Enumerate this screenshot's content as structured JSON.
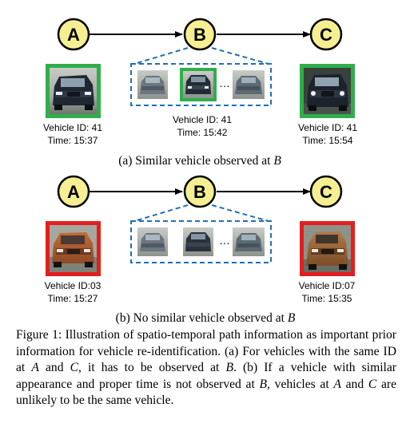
{
  "colors": {
    "node_fill": "#f6ef92",
    "node_stroke": "#000000",
    "match_border": "#2fae4a",
    "mismatch_border": "#e41e1e",
    "dashed_box": "#1f6fb5"
  },
  "panel_a": {
    "nodes": [
      "A",
      "B",
      "C"
    ],
    "left": {
      "id": "Vehicle ID: 41",
      "time": "Time: 15:37",
      "border": "match"
    },
    "middle": {
      "id": "Vehicle ID: 41",
      "time": "Time: 15:42",
      "ellipsis": "…"
    },
    "right": {
      "id": "Vehicle ID: 41",
      "time": "Time: 15:54",
      "border": "match"
    },
    "subcaption_text": "(a) Similar vehicle observed at ",
    "subcaption_var": "B"
  },
  "panel_b": {
    "nodes": [
      "A",
      "B",
      "C"
    ],
    "left": {
      "id": "Vehicle ID:03",
      "time": "Time: 15:27",
      "border": "mismatch"
    },
    "middle": {
      "ellipsis": "…"
    },
    "right": {
      "id": "Vehicle ID:07",
      "time": "Time: 15:35",
      "border": "mismatch"
    },
    "subcaption_text": "(b) No similar vehicle observed at ",
    "subcaption_var": "B"
  },
  "caption": {
    "p1": "Figure 1:  Illustration of spatio-temporal path information as important prior information for vehicle re-identification. (a) For vehicles with the same ID at ",
    "v1": "A",
    "p2": " and ",
    "v2": "C",
    "p3": ", it has to be observed at ",
    "v3": "B",
    "p4": ". (b) If a vehicle with similar appearance and proper time is not observed at ",
    "v4": "B",
    "p5": ", vehicles at ",
    "v5": "A",
    "p6": " and ",
    "v6": "C",
    "p7": " are unlikely to be the same vehicle."
  }
}
